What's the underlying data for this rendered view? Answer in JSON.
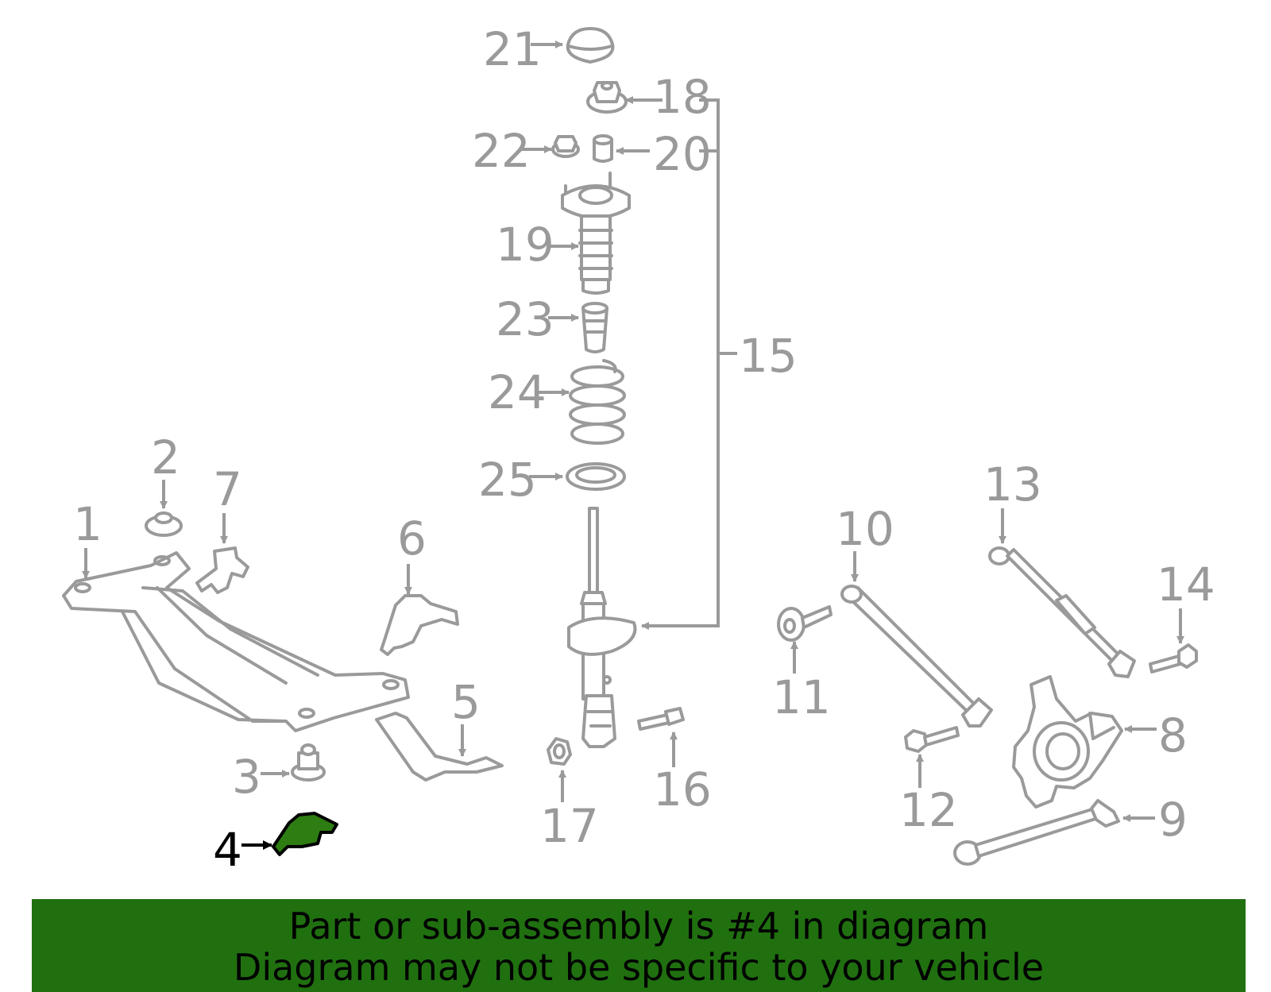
{
  "diagram": {
    "labels": {
      "l1": "1",
      "l2": "2",
      "l3": "3",
      "l4": "4",
      "l5": "5",
      "l6": "6",
      "l7": "7",
      "l8": "8",
      "l9": "9",
      "l10": "10",
      "l11": "11",
      "l12": "12",
      "l13": "13",
      "l14": "14",
      "l15": "15",
      "l16": "16",
      "l17": "17",
      "l18": "18",
      "l19": "19",
      "l20": "20",
      "l21": "21",
      "l22": "22",
      "l23": "23",
      "l24": "24",
      "l25": "25"
    },
    "highlighted_part": "4",
    "colors": {
      "line": "#9a9a9a",
      "highlight_fill": "#2e7d12",
      "banner": "#207010",
      "text_dark": "#000000"
    }
  },
  "banner": {
    "line1": "Part or sub-assembly is #4 in diagram",
    "line2": "Diagram may not be specific to your vehicle"
  }
}
